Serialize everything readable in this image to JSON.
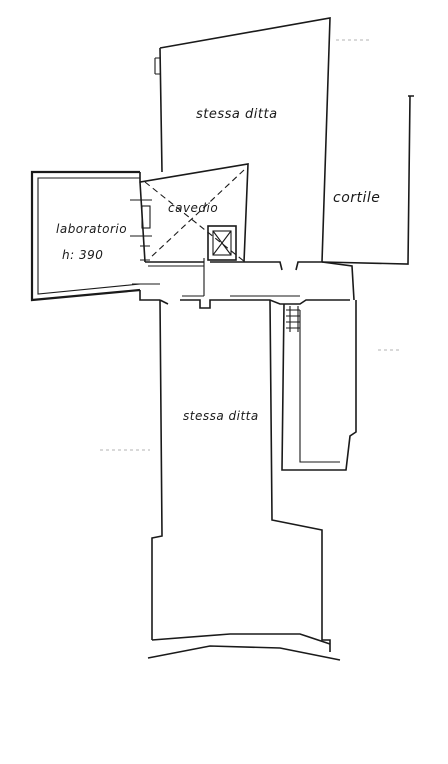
{
  "rooms": {
    "stessa_ditta_top": "stessa ditta",
    "cortile": "cortile",
    "cavedio": "cavedio",
    "laboratorio": "laboratorio",
    "height": "h: 390",
    "stessa_ditta_bottom": "stessa ditta"
  },
  "colors": {
    "ink": "#1a1a1a",
    "paper": "#ffffff"
  }
}
